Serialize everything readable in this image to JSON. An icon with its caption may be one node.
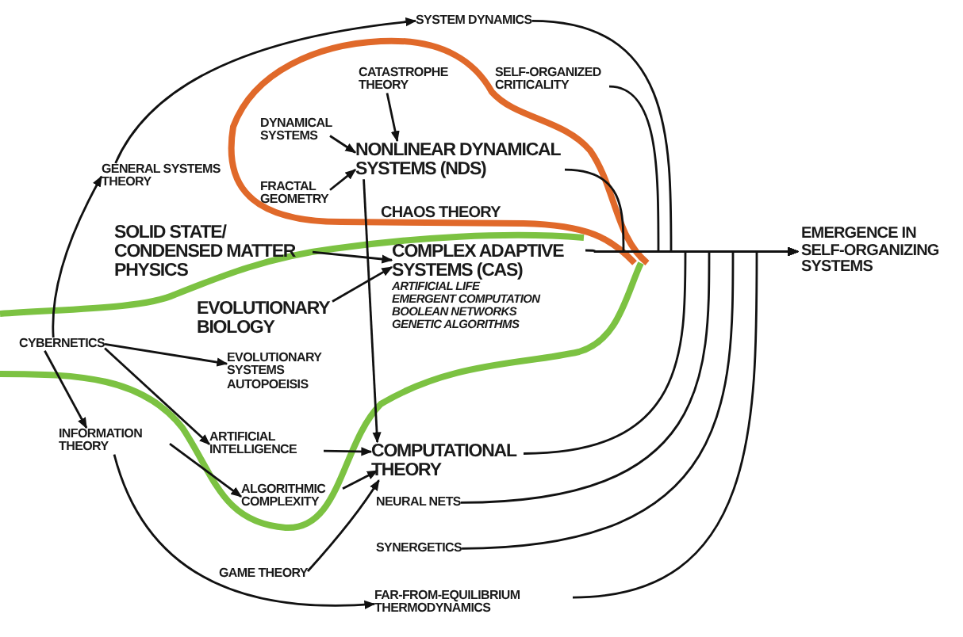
{
  "diagram": {
    "nodes": [
      {
        "text": [
          "SYSTEM DYNAMICS"
        ]
      },
      {
        "text": [
          "SELF-ORGANIZED CRITICALITY"
        ]
      },
      {
        "text": [
          "CATASTROPHE THEORY"
        ]
      },
      {
        "text": [
          "DYNAMICAL SYSTEMS"
        ]
      },
      {
        "text": [
          "NONLINEAR DYNAMICAL SYSTEMS (NDS)"
        ]
      },
      {
        "text": [
          "FRACTAL GEOMETRY"
        ]
      },
      {
        "text": [
          "CHAOS THEORY"
        ]
      },
      {
        "text": [
          "GENERAL SYSTEMS THEORY"
        ]
      },
      {
        "text": [
          "SOLID STATE/ CONDENSED MATTER PHYSICS"
        ]
      },
      {
        "text": [
          "COMPLEX ADAPTIVE SYSTEMS (CAS)",
          "ARTIFICIAL LIFE",
          "EMERGENT COMPUTATION",
          "BOOLEAN NETWORKS",
          "GENETIC ALGORITHMS"
        ]
      },
      {
        "text": [
          "EVOLUTIONARY BIOLOGY"
        ]
      },
      {
        "text": [
          "EVOLUTIONARY SYSTEMS",
          "AUTOPOEISIS"
        ]
      },
      {
        "text": [
          "CYBERNETICS"
        ]
      },
      {
        "text": [
          "INFORMATION THEORY"
        ]
      },
      {
        "text": [
          "ARTIFICIAL INTELLIGENCE"
        ]
      },
      {
        "text": [
          "COMPUTATIONAL THEORY"
        ]
      },
      {
        "text": [
          "ALGORITHMIC COMPLEXITY"
        ]
      },
      {
        "text": [
          "NEURAL NETS"
        ]
      },
      {
        "text": [
          "SYNERGETICS"
        ]
      },
      {
        "text": [
          "GAME THEORY"
        ]
      },
      {
        "text": [
          "FAR-FROM-EQUILIBRIUM THERMODYNAMICS"
        ]
      },
      {
        "text": [
          "EMERGENCE IN SELF-ORGANIZING SYSTEMS"
        ]
      }
    ],
    "edges": [
      {
        "from": 7,
        "to": 0,
        "arrow": "to"
      },
      {
        "from": 0,
        "to": 21,
        "arrow": "to"
      },
      {
        "from": 1,
        "to": 21,
        "arrow": "to"
      },
      {
        "from": 2,
        "to": 4,
        "arrow": "to"
      },
      {
        "from": 3,
        "to": 4,
        "arrow": "to"
      },
      {
        "from": 5,
        "to": 4,
        "arrow": "to"
      },
      {
        "from": 4,
        "to": 21,
        "arrow": "to"
      },
      {
        "from": 4,
        "to": 15,
        "arrow": "to"
      },
      {
        "from": 8,
        "to": 9,
        "arrow": "to"
      },
      {
        "from": 10,
        "to": 9,
        "arrow": "to"
      },
      {
        "from": 9,
        "to": 21,
        "arrow": "to"
      },
      {
        "from": 12,
        "to": 7,
        "arrow": "to"
      },
      {
        "from": 12,
        "to": 13,
        "arrow": "to"
      },
      {
        "from": 12,
        "to": 11,
        "arrow": "to"
      },
      {
        "from": 12,
        "to": 14,
        "arrow": "to"
      },
      {
        "from": 13,
        "to": 16,
        "arrow": "to"
      },
      {
        "from": 14,
        "to": 15,
        "arrow": "to"
      },
      {
        "from": 16,
        "to": 15,
        "arrow": "to"
      },
      {
        "from": 19,
        "to": 15,
        "arrow": "to"
      },
      {
        "from": 13,
        "to": 20,
        "arrow": "to"
      },
      {
        "from": 15,
        "to": 21,
        "arrow": "to"
      },
      {
        "from": 17,
        "to": 21,
        "arrow": "to"
      },
      {
        "from": 18,
        "to": 21,
        "arrow": "to"
      },
      {
        "from": 20,
        "to": 21,
        "arrow": "to"
      }
    ]
  }
}
